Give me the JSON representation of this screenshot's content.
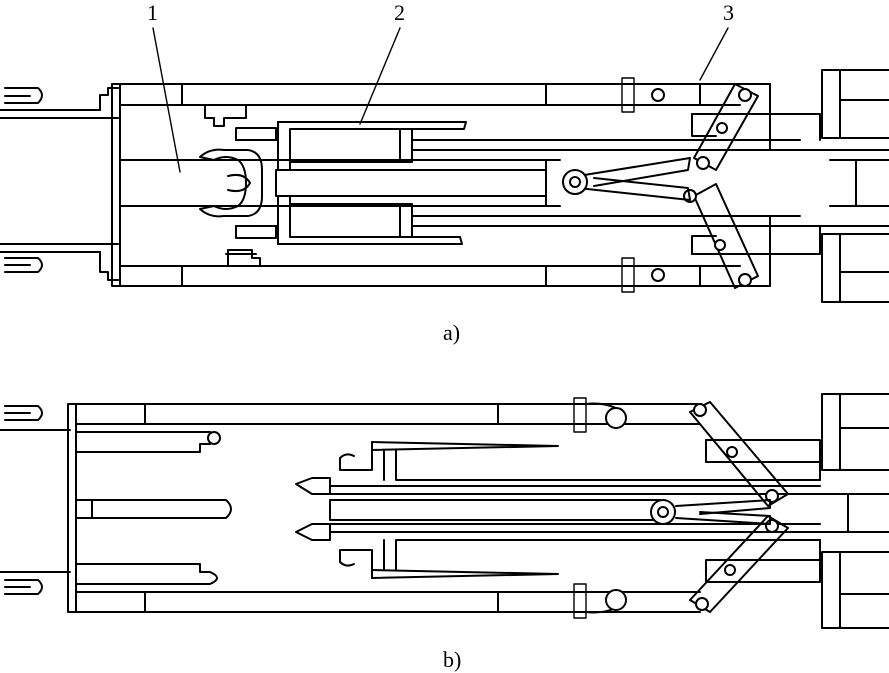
{
  "labels": {
    "part_1": "1",
    "part_2": "2",
    "part_3": "3"
  },
  "captions": {
    "a": "a)",
    "b": "b)"
  }
}
